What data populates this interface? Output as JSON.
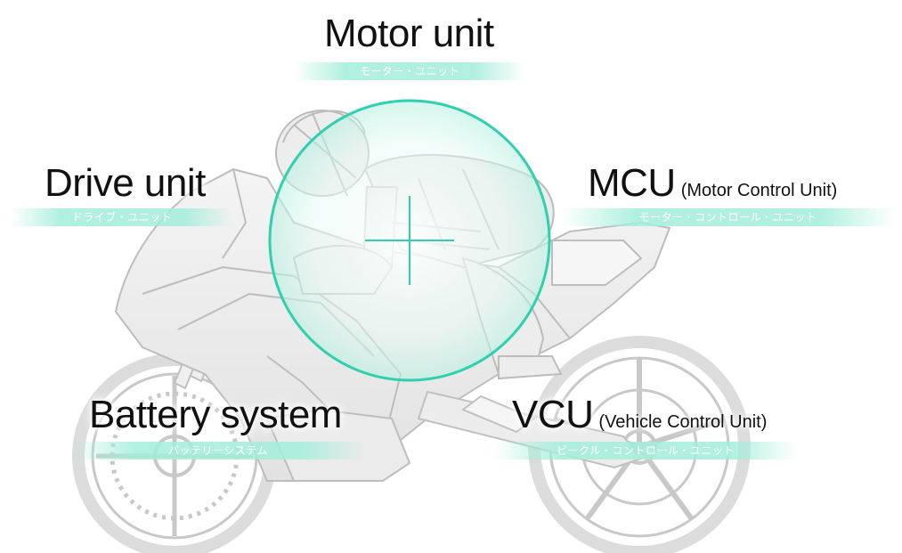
{
  "labels": {
    "motor_unit": {
      "title": "Motor unit",
      "kana": "モーター・ユニット"
    },
    "drive_unit": {
      "title": "Drive unit",
      "kana": "ドライブ・ユニット"
    },
    "mcu": {
      "title": "MCU",
      "subtitle": "(Motor Control Unit)",
      "kana": "モーター・コントロール・ユニット"
    },
    "battery_system": {
      "title": "Battery system",
      "kana": "バッテリーシステム"
    },
    "vcu": {
      "title": "VCU",
      "subtitle": "(Vehicle Control Unit)",
      "kana": "ビークル・コントロール・ユニット"
    }
  },
  "colors": {
    "accent": "#2fd0b0",
    "band": "#a3eeda",
    "line_art": "#b9b9b9",
    "fill": "#eeeeee"
  }
}
